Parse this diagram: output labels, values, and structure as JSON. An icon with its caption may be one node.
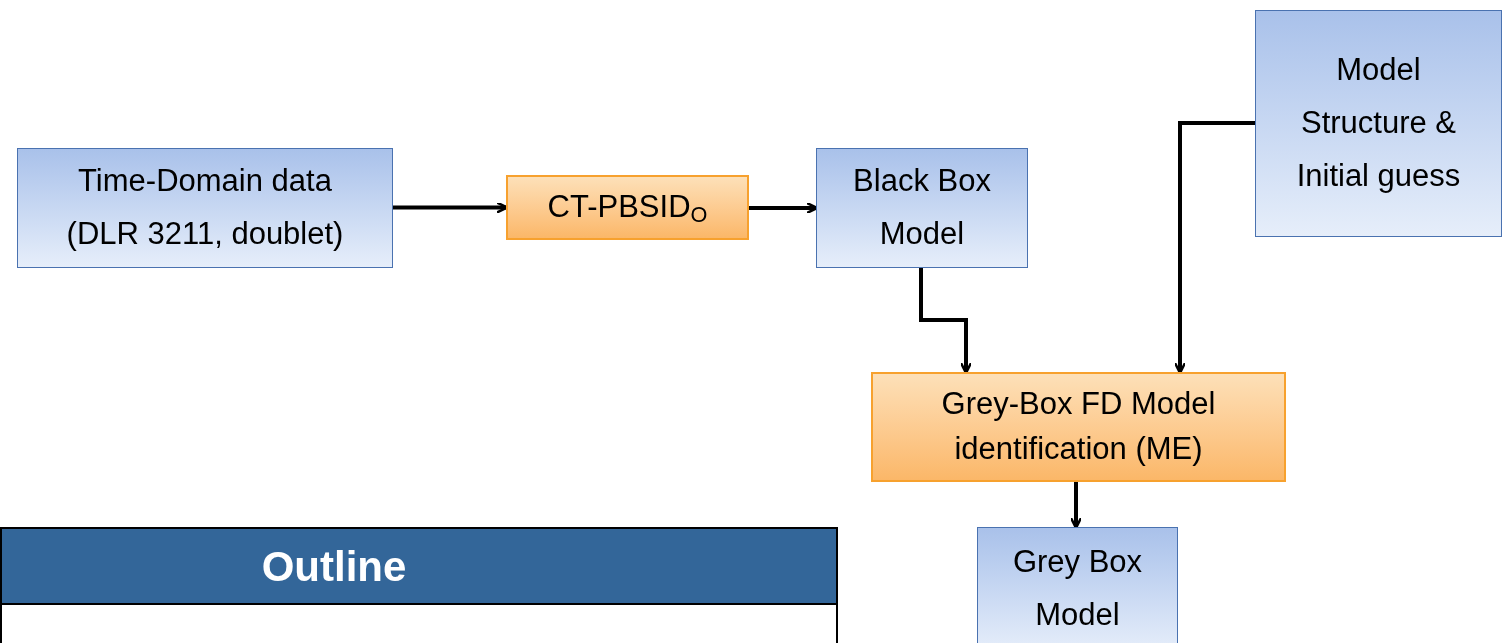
{
  "diagram": {
    "nodes": [
      {
        "text": [
          "Time-Domain data (DLR 3211, doublet)"
        ]
      },
      {
        "text": [
          "CT-PBSID$_{O}$"
        ]
      },
      {
        "text": [
          "Black Box Model"
        ]
      },
      {
        "text": [
          "Model Structure & Initial guess"
        ]
      },
      {
        "text": [
          "Grey-Box FD Model identification (ME)"
        ]
      },
      {
        "text": [
          "Grey Box Model"
        ]
      },
      {
        "text": [
          "Outline"
        ]
      }
    ],
    "edges": [
      {
        "from": 0,
        "to": 1,
        "arrow": "to"
      },
      {
        "from": 1,
        "to": 2,
        "arrow": "to"
      },
      {
        "from": 2,
        "to": 4,
        "arrow": "to"
      },
      {
        "from": 3,
        "to": 4,
        "arrow": "to"
      },
      {
        "from": 4,
        "to": 5,
        "arrow": "to"
      }
    ]
  }
}
